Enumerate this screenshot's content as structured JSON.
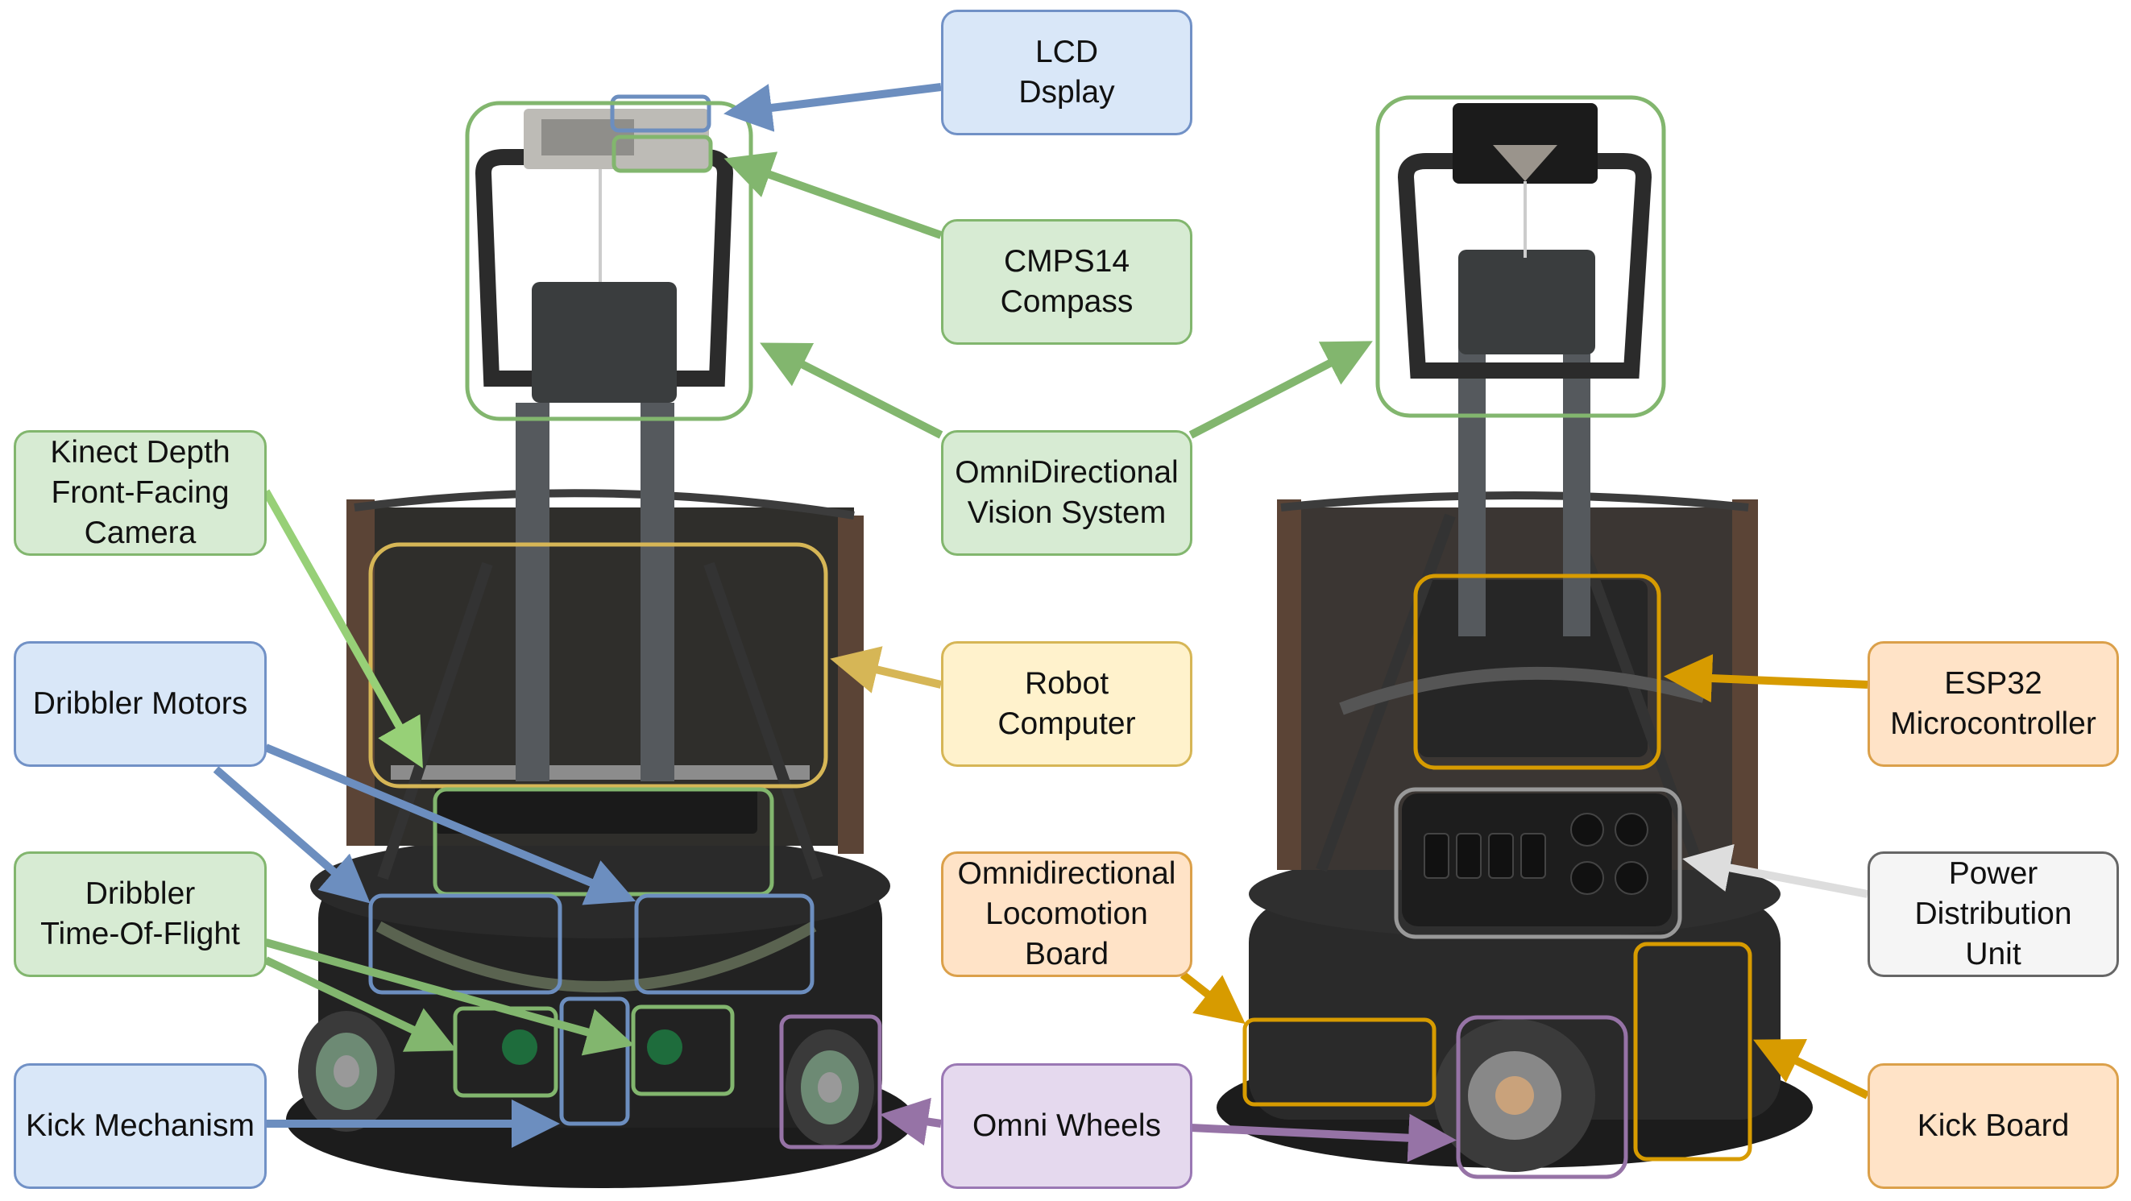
{
  "labels": {
    "lcd": "LCD\nDsplay",
    "compass": "CMPS14\nCompass",
    "vision": "OmniDirectional\nVision System",
    "kinect": "Kinect Depth\nFront-Facing\nCamera",
    "dribbler_motors": "Dribbler Motors",
    "dribbler_tof": "Dribbler\nTime-Of-Flight",
    "kick_mechanism": "Kick Mechanism",
    "robot_computer": "Robot\nComputer",
    "locomotion_board": "Omnidirectional\nLocomotion\nBoard",
    "omni_wheels": "Omni Wheels",
    "esp32": "ESP32\nMicrocontroller",
    "pdu": "Power\nDistribution\nUnit",
    "kick_board": "Kick Board"
  },
  "colors": {
    "green": "#82b66e",
    "light_green": "#97d077",
    "blue": "#6c8ebf",
    "yellow": "#d6b656",
    "orange": "#d79b00",
    "gray": "#666666",
    "light_gray": "#dddddd",
    "purple": "#9673a6"
  }
}
